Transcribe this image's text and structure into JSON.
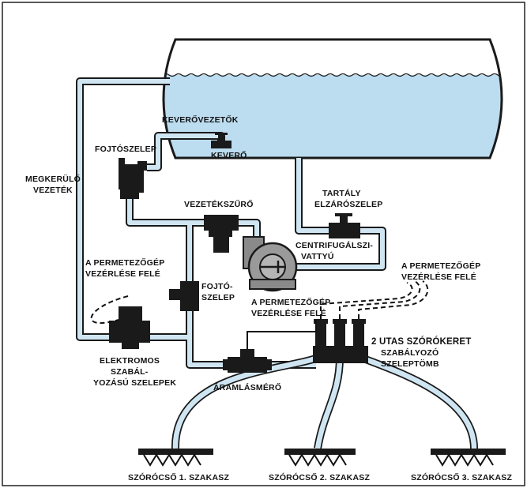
{
  "labels": {
    "mixer_lines": "KEVERŐVEZETŐK",
    "mixer": "KEVERŐ",
    "throttle_valve": "FOJTÓSZELEP",
    "bypass_line_1": "MEGKERÜLŐ",
    "bypass_line_2": "VEZETÉK",
    "line_filter": "VEZETÉKSZŰRŐ",
    "tank_valve_1": "TARTÁLY",
    "tank_valve_2": "ELZÁRÓSZELEP",
    "pump_1": "CENTRIFUGÁLSZI-",
    "pump_2": "VATTYÚ",
    "to_control_left_1": "A PERMETEZŐGÉP",
    "to_control_left_2": "VEZÉRLÉSE FELÉ",
    "throttle2_1": "FOJTÓ-",
    "throttle2_2": "SZELEP",
    "to_control_mid_1": "A PERMETEZŐGÉP",
    "to_control_mid_2": "VEZÉRLÉSE FELÉ",
    "to_control_right_1": "A PERMETEZŐGÉP",
    "to_control_right_2": "VEZÉRLÉSE FELÉ",
    "manifold_1": "2 UTAS SZÓRÓKERET",
    "manifold_2": "SZABÁLYOZÓ",
    "manifold_3": "SZELEPTÖMB",
    "elec_valves_1": "ELEKTROMOS",
    "elec_valves_2": "SZABÁL-",
    "elec_valves_3": "YOZÁSÚ SZELEPEK",
    "flowmeter": "ÁRAMLÁSMÉRŐ",
    "boom_1": "SZÓRÓCSŐ 1. SZAKASZ",
    "boom_2": "SZÓRÓCSŐ 2. SZAKASZ",
    "boom_3": "SZÓRÓCSŐ 3. SZAKASZ"
  },
  "colors": {
    "pipe_fill": "#cfe6f2",
    "liquid": "#bcdcef",
    "outline": "#1a1a1a",
    "pump_body": "#9a9a9a"
  }
}
